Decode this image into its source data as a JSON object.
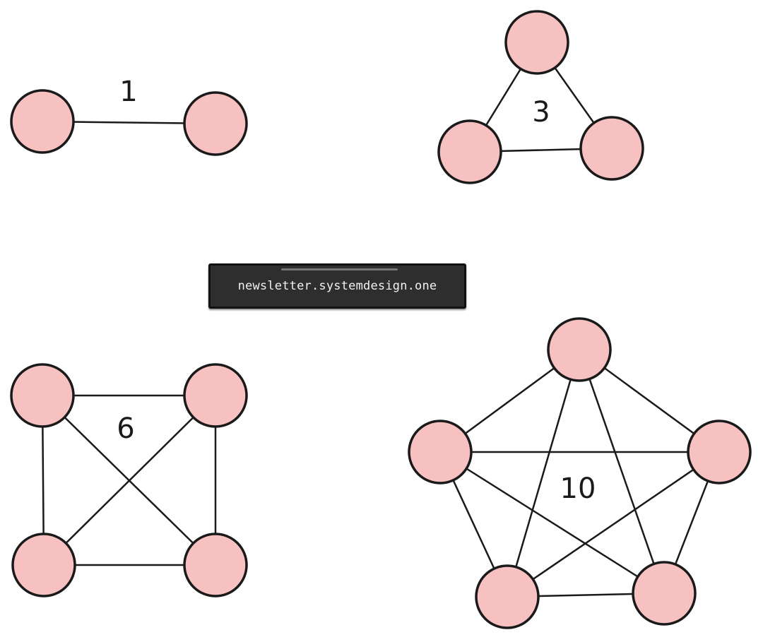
{
  "banner": {
    "text": "newsletter.systemdesign.one"
  },
  "colors": {
    "node_fill": "#f8c1c1",
    "stroke": "#1a1a1a",
    "banner_bg": "#2e2e2e"
  },
  "graphs": [
    {
      "label": "1",
      "nodes": 2,
      "connections": 1
    },
    {
      "label": "3",
      "nodes": 3,
      "connections": 3
    },
    {
      "label": "6",
      "nodes": 4,
      "connections": 6
    },
    {
      "label": "10",
      "nodes": 5,
      "connections": 10
    }
  ]
}
